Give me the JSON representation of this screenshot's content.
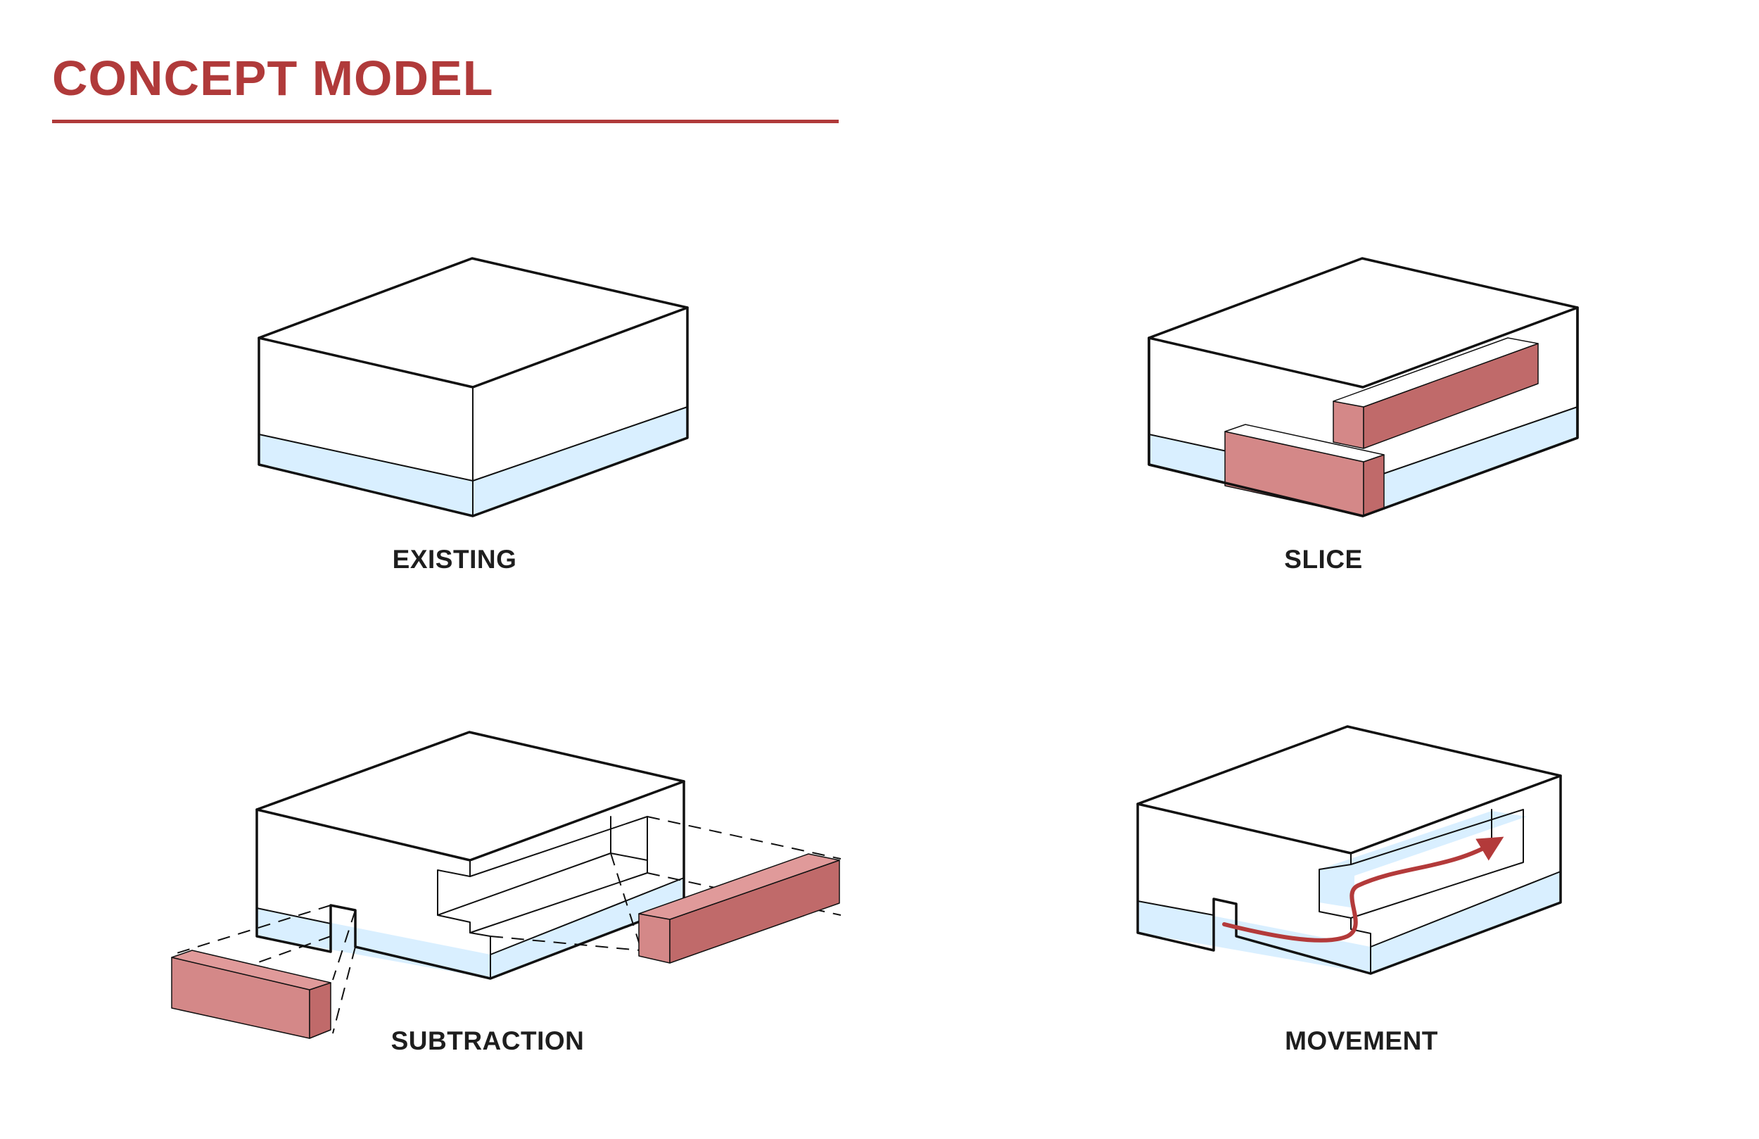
{
  "title": "CONCEPT MODEL",
  "colors": {
    "title": "#b03a3a",
    "glass": "#d9efff",
    "red_light": "#d48888",
    "red_dark": "#c06a6a",
    "red_top": "#e09a9a",
    "line": "#111111",
    "arrow": "#b33a3a"
  },
  "diagrams": [
    {
      "label": "EXISTING"
    },
    {
      "label": "SLICE"
    },
    {
      "label": "SUBTRACTION"
    },
    {
      "label": "MOVEMENT"
    }
  ]
}
